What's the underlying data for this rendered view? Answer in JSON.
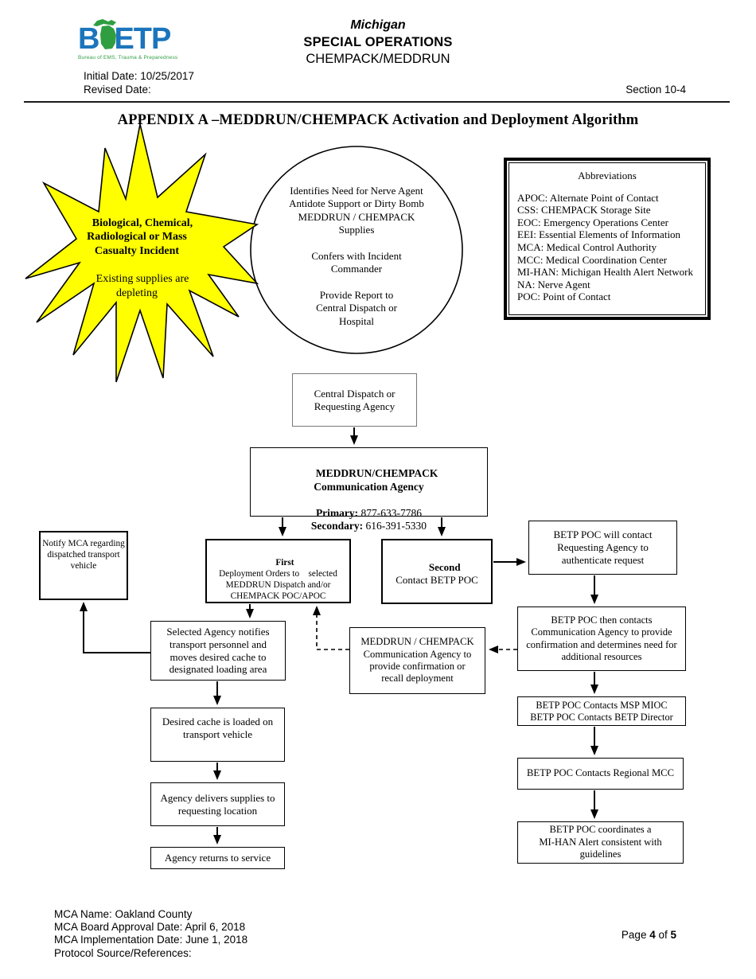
{
  "header": {
    "logo": {
      "b": "B",
      "etp": "ETP",
      "tagline": "Bureau of EMS, Trauma & Preparedness",
      "blue": "#1b75bc",
      "green": "#2f9e41"
    },
    "center": {
      "line1": "Michigan",
      "line2": "SPECIAL OPERATIONS",
      "line3": "CHEMPACK/MEDDRUN"
    },
    "initial_date": "Initial Date: 10/25/2017",
    "revised_date": "Revised Date:",
    "section": "Section 10-4"
  },
  "title": "APPENDIX A –MEDDRUN/CHEMPACK Activation and Deployment Algorithm",
  "flowchart": {
    "starburst": {
      "title": "Biological, Chemical,\nRadiological or Mass\nCasualty Incident",
      "body": "Existing supplies are\ndepleting",
      "fill": "#ffff00"
    },
    "circle_text": "Identifies Need for Nerve Agent\nAntidote Support or Dirty Bomb\nMEDDRUN / CHEMPACK\nSupplies\n\nConfers with Incident\nCommander\n\nProvide Report to\nCentral Dispatch or\nHospital",
    "abbreviations": {
      "title": "Abbreviations",
      "items": [
        "APOC: Alternate Point of Contact",
        "CSS: CHEMPACK Storage Site",
        "EOC: Emergency Operations Center",
        "EEI: Essential Elements of Information",
        "MCA: Medical Control Authority",
        "MCC: Medical Coordination Center",
        "MI-HAN: Michigan Health Alert Network",
        "NA: Nerve Agent",
        "POC: Point of Contact"
      ]
    },
    "nodes": {
      "central_dispatch": "Central Dispatch or\nRequesting Agency",
      "comm_agency": {
        "title": "MEDDRUN/CHEMPACK\nCommunication Agency",
        "primary_label": "Primary:",
        "primary_value": " 877-633-7786",
        "secondary_label": "Secondary:",
        "secondary_value": " 616-391-5330"
      },
      "notify_mca": "Notify MCA regarding\ndispatched transport\nvehicle",
      "first": {
        "title": "First",
        "body": "Deployment Orders to    selected\nMEDDRUN Dispatch and/or\nCHEMPACK POC/APOC"
      },
      "second": {
        "title": "Second",
        "body": "Contact BETP POC"
      },
      "authenticate": "BETP POC will contact\nRequesting Agency to\nauthenticate request",
      "selected_agency": "Selected Agency notifies\ntransport personnel and\nmoves desired cache to\ndesignated loading area",
      "recall": "MEDDRUN / CHEMPACK\nCommunication Agency to\nprovide confirmation or\nrecall deployment",
      "then_contacts": "BETP POC then contacts\nCommunication Agency to provide\nconfirmation and determines need for\nadditional resources",
      "msp_mioc": "BETP POC Contacts MSP MIOC\nBETP POC Contacts BETP Director",
      "desired_cache": "Desired cache is loaded on\ntransport vehicle",
      "agency_delivers": "Agency delivers supplies to\nrequesting location",
      "agency_returns": "Agency returns to service",
      "regional_mcc": "BETP POC Contacts Regional MCC",
      "mihan": "BETP POC coordinates a\nMI-HAN Alert consistent with\nguidelines"
    }
  },
  "footer": {
    "lines": [
      "MCA Name: Oakland County",
      "MCA Board Approval Date: April 6, 2018",
      "MCA Implementation Date: June 1, 2018",
      "Protocol Source/References:"
    ],
    "page_prefix": "Page ",
    "page_number": "4",
    "page_of": " of ",
    "page_total": "5"
  }
}
